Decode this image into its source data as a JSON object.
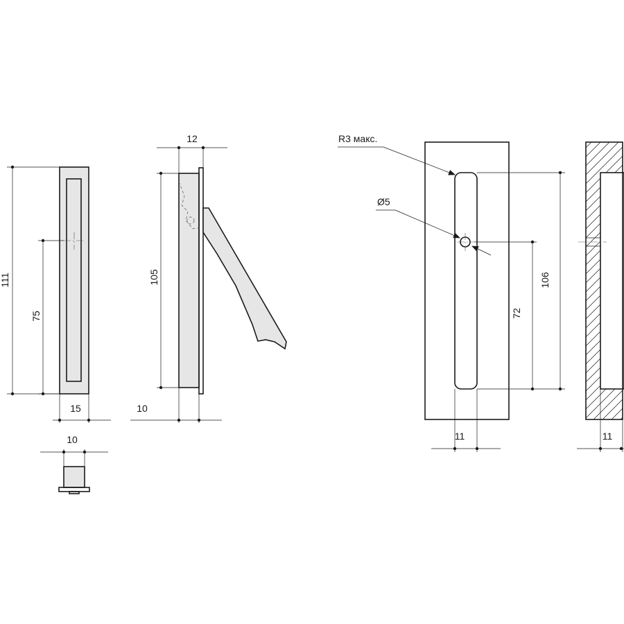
{
  "dimensions": {
    "front_height": "111",
    "hole_spacing": "75",
    "front_width": "15",
    "top_width": "10",
    "side_depth": "12",
    "side_height": "105",
    "side_flange": "10",
    "cutout_radius": "R3 макс.",
    "hole_diameter": "Ø5",
    "cutout_length": "106",
    "cutout_to_hole": "72",
    "cutout_width": "11",
    "section_depth": "11"
  },
  "colors": {
    "line": "#1a1a1a",
    "body_fill": "#e6e6e6",
    "background": "#ffffff"
  }
}
